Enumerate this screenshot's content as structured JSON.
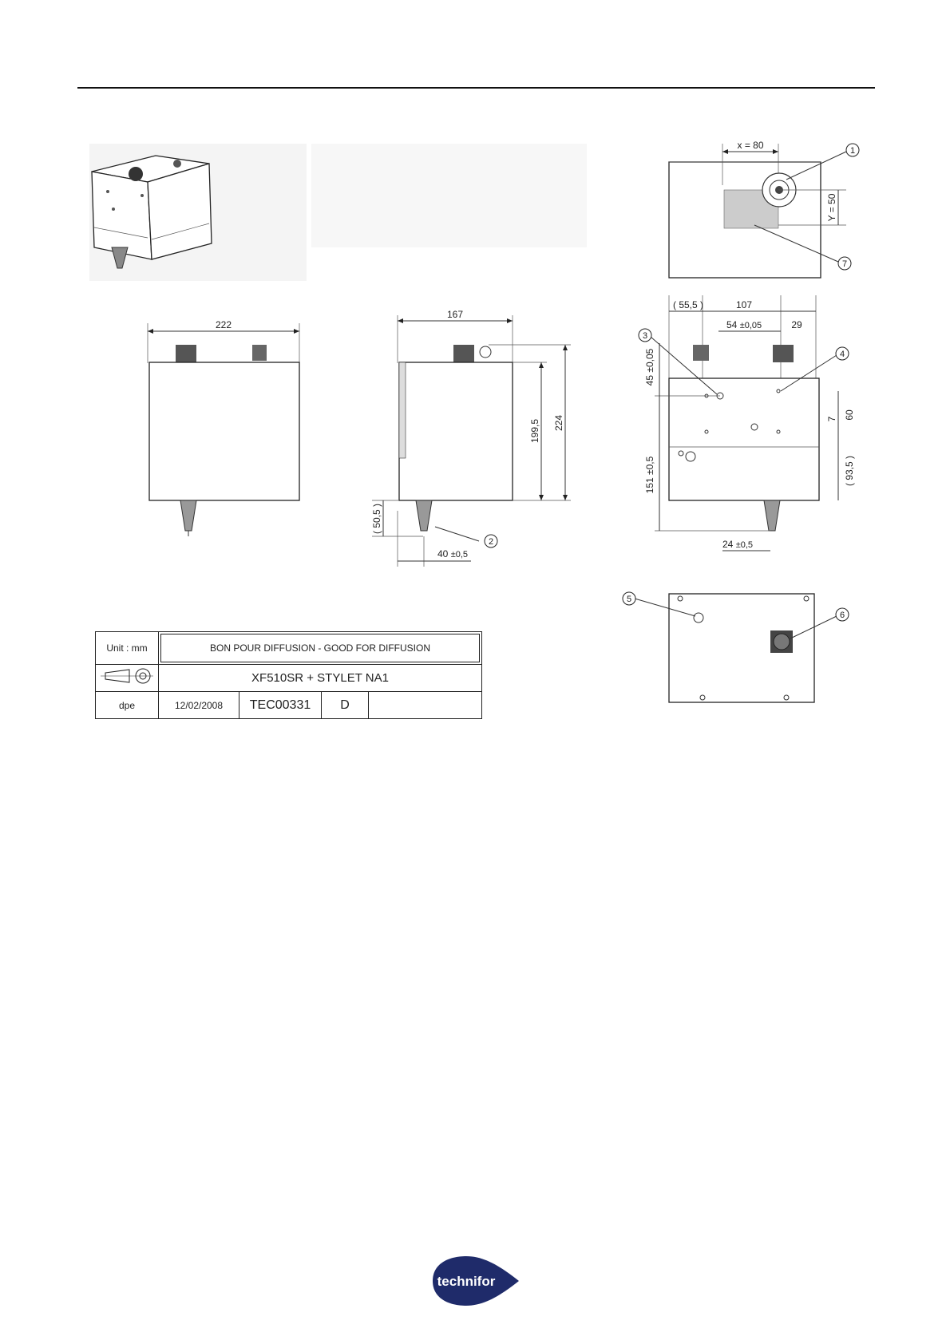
{
  "drawing": {
    "dims": {
      "w222": "222",
      "w167": "167",
      "h224": "224",
      "h199": "199,5",
      "h50": "( 50,5 )",
      "d40": "40",
      "d40tol": "±0,5",
      "x80": "x = 80",
      "y50": "Y = 50",
      "d55": "( 55,5 )",
      "d107": "107",
      "d54": "54",
      "d54tol": "±0,05",
      "d29": "29",
      "d45": "45 ±0,05",
      "d7": "7",
      "d60": "60",
      "d151": "151 ±0,5",
      "d93": "( 93,5 )",
      "d24": "24",
      "d24tol": "±0,5"
    },
    "callouts": [
      "1",
      "2",
      "3",
      "4",
      "5",
      "6",
      "7"
    ]
  },
  "title_block": {
    "unit": "Unit : mm",
    "approval": "BON POUR DIFFUSION - GOOD FOR DIFFUSION",
    "title": "XF510SR + STYLET NA1",
    "author": "dpe",
    "date": "12/02/2008",
    "drawing_number": "TEC00331",
    "revision": "D"
  },
  "logo": {
    "text": "technifor"
  }
}
